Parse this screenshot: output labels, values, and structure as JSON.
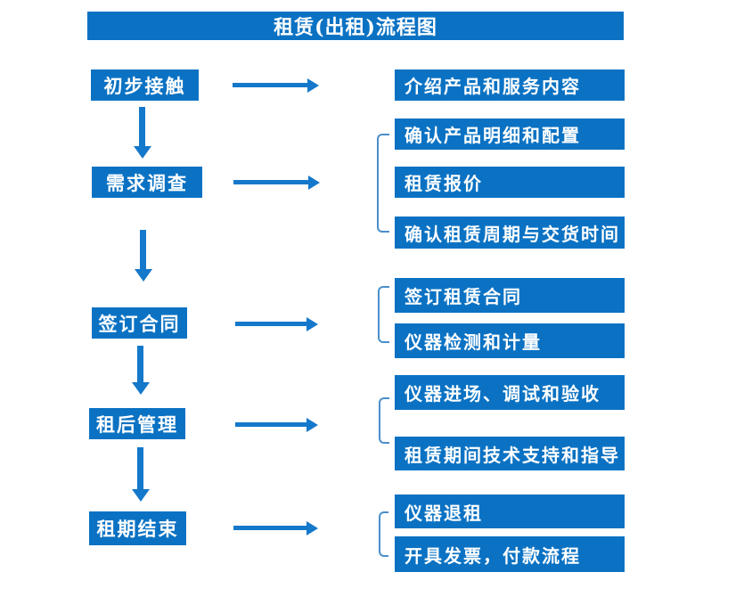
{
  "title": "租赁(出租)流程图",
  "colors": {
    "box": "#0b72c3",
    "arrow": "#1478cb",
    "bracket": "#4a8fcb",
    "text": "#ffffff",
    "background": "#ffffff"
  },
  "stages": [
    {
      "label": "初步接触",
      "outputs": [
        "介绍产品和服务内容"
      ]
    },
    {
      "label": "需求调查",
      "outputs": [
        "确认产品明细和配置",
        "租赁报价",
        "确认租赁周期与交货时间"
      ]
    },
    {
      "label": "签订合同",
      "outputs": [
        "签订租赁合同",
        "仪器检测和计量"
      ]
    },
    {
      "label": "租后管理",
      "outputs": [
        "仪器进场、调试和验收",
        "租赁期间技术支持和指导"
      ]
    },
    {
      "label": "租期结束",
      "outputs": [
        "仪器退租",
        "开具发票，付款流程"
      ]
    }
  ]
}
